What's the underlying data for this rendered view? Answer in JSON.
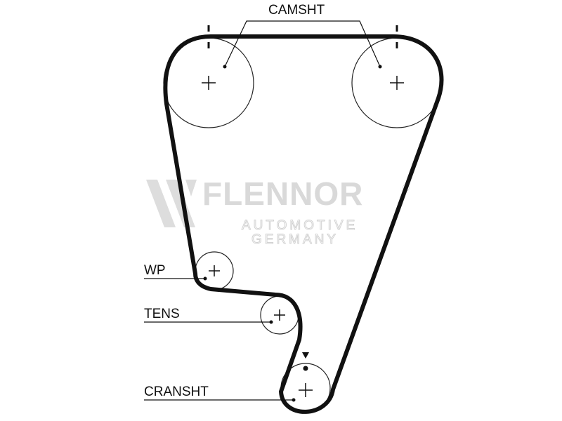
{
  "labels": {
    "camshaft": "CAMSHT",
    "water_pump": "WP",
    "tensioner": "TENS",
    "crankshaft": "CRANSHT"
  },
  "watermark": {
    "brand": "FLENNOR",
    "line1": "AUTOMOTIVE",
    "line2": "GERMANY",
    "registered": "®"
  },
  "colors": {
    "line": "#111111",
    "watermark": "#d9d9d9"
  }
}
